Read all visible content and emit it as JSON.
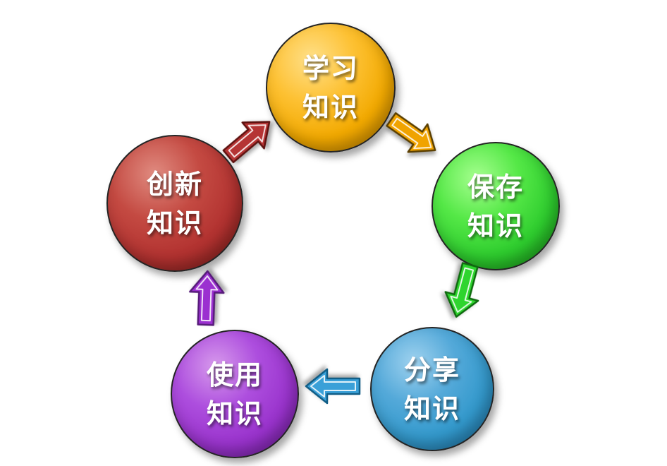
{
  "background_color": "#ffffff",
  "diagram": {
    "type": "cycle",
    "description": "knowledge-management-cycle",
    "nodes": [
      {
        "id": "learn",
        "line1": "学习",
        "line2": "知识",
        "color": "#F2A900"
      },
      {
        "id": "save",
        "line1": "保存",
        "line2": "知识",
        "color": "#2ECC2E"
      },
      {
        "id": "share",
        "line1": "分享",
        "line2": "知识",
        "color": "#3399CC"
      },
      {
        "id": "use",
        "line1": "使用",
        "line2": "知识",
        "color": "#9933CC"
      },
      {
        "id": "innovate",
        "line1": "创新",
        "line2": "知识",
        "color": "#B23230"
      }
    ],
    "arrows": [
      {
        "from": "learn",
        "to": "save",
        "color": "#F0A300",
        "direction": "down-right"
      },
      {
        "from": "save",
        "to": "share",
        "color": "#2ED52E",
        "direction": "down"
      },
      {
        "from": "share",
        "to": "use",
        "color": "#3AA0D8",
        "direction": "left"
      },
      {
        "from": "use",
        "to": "innovate",
        "color": "#9B30D0",
        "direction": "up"
      },
      {
        "from": "innovate",
        "to": "learn",
        "color": "#B53434",
        "direction": "up-right"
      }
    ]
  }
}
